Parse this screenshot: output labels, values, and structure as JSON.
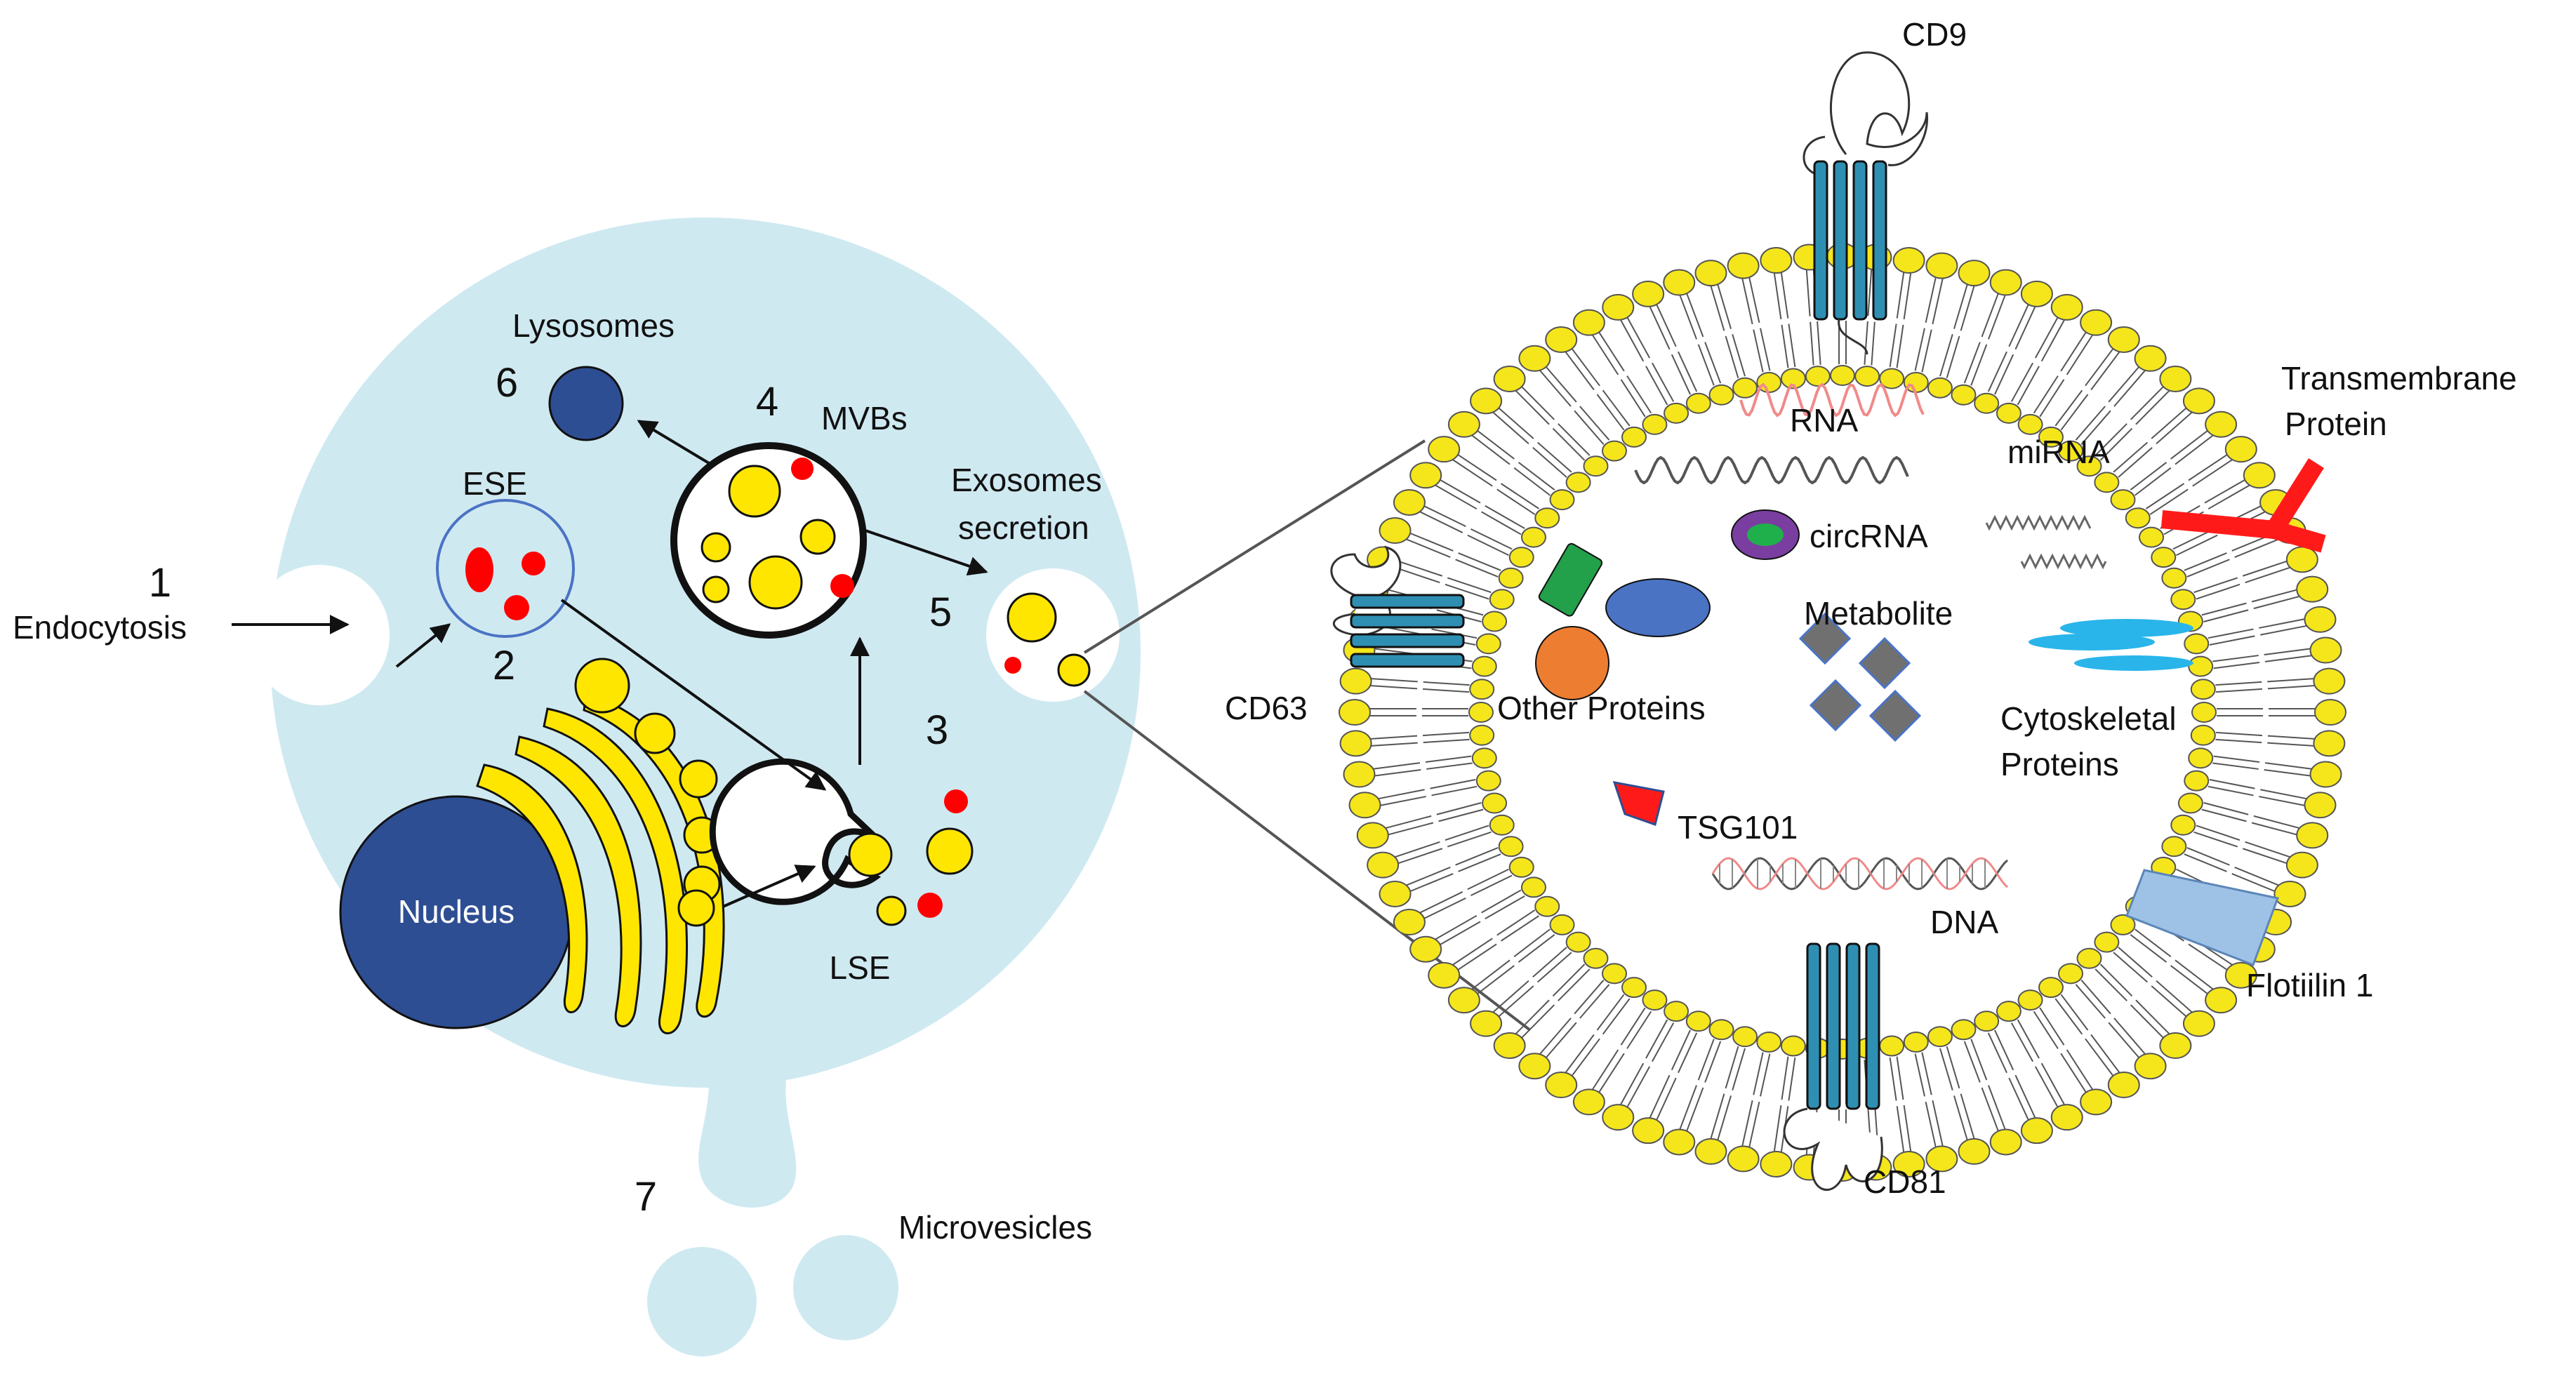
{
  "colors": {
    "cell": "#cfe9f1",
    "nucleus": "#2e4e93",
    "lysosome": "#2e4e93",
    "vesicle_yellow": "#ffe600",
    "cargo_red": "#ff0000",
    "membrane_head": "#f5e61b",
    "tetraspanin": "#2f8fb3",
    "transmembrane": "#ff1a1a",
    "flotillin": "#9ec2e6",
    "protein_green": "#22a04a",
    "protein_blue": "#4a73c4",
    "protein_orange": "#ed7d31",
    "metabolite": "#707070",
    "cytoskeletal": "#29b5ea",
    "circrna_outer": "#7a3ea0",
    "circrna_inner": "#1fb04c",
    "tsg101": "#ff1a1a"
  },
  "cell": {
    "step1_number": "1",
    "step1_label": "Endocytosis",
    "step2_number": "2",
    "ese_label": "ESE",
    "step3_number": "3",
    "lse_label": "LSE",
    "step4_number": "4",
    "mvbs_label": "MVBs",
    "step5_number": "5",
    "exosomes_label_line1": "Exosomes",
    "exosomes_label_line2": "secretion",
    "step6_number": "6",
    "lysosomes_label": "Lysosomes",
    "step7_number": "7",
    "microvesicles_label": "Microvesicles",
    "nucleus_label": "Nucleus"
  },
  "exosome": {
    "cd9_label": "CD9",
    "cd63_label": "CD63",
    "cd81_label": "CD81",
    "transmembrane_label_line1": "Transmembrane",
    "transmembrane_label_line2": "Protein",
    "flotillin_label": "Flotiilin 1",
    "rna_label": "RNA",
    "mirna_label": "miRNA",
    "circrna_label": "circRNA",
    "other_proteins_label": "Other Proteins",
    "metabolite_label": "Metabolite",
    "cytoskeletal_label_line1": "Cytoskeletal",
    "cytoskeletal_label_line2": "Proteins",
    "tsg101_label": "TSG101",
    "dna_label": "DNA"
  }
}
